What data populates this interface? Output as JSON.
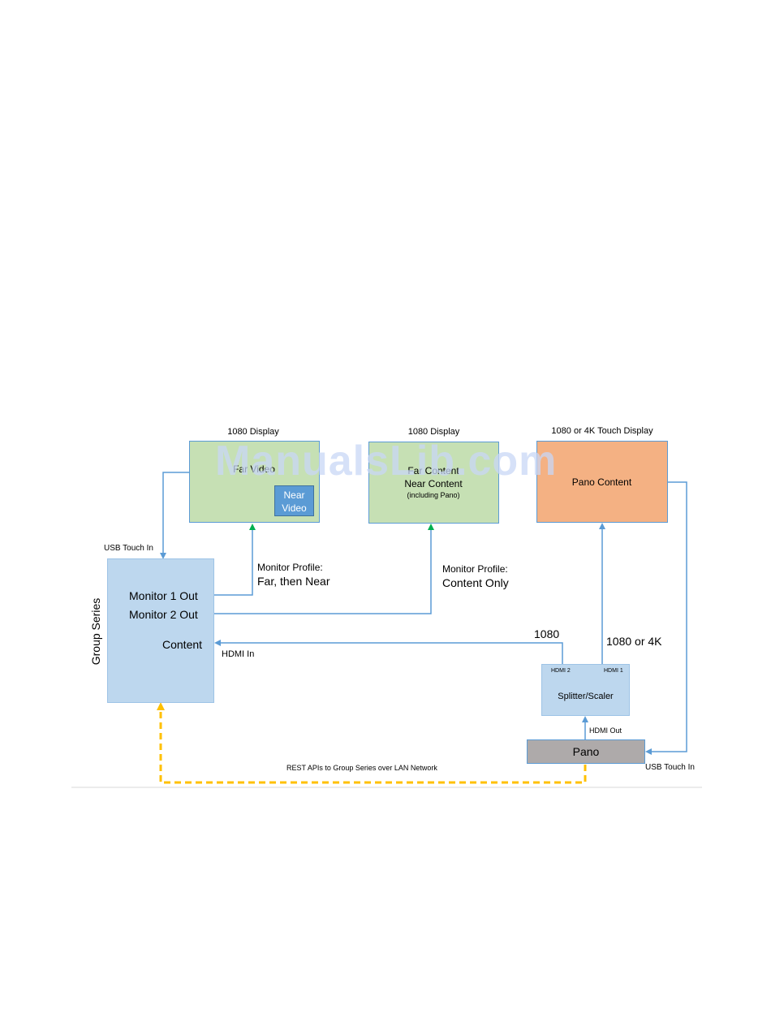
{
  "watermark": "ManualsLib.com",
  "displays": {
    "d1": {
      "heading": "1080 Display",
      "line1": "Far Video",
      "inset": {
        "line1": "Near",
        "line2": "Video"
      }
    },
    "d2": {
      "heading": "1080 Display",
      "line1": "Far Content",
      "line2": "Near Content",
      "line3": "(including Pano)"
    },
    "d3": {
      "heading": "1080 or 4K Touch Display",
      "label": "Pano Content"
    }
  },
  "group_series": {
    "vertical_label": "Group  Series",
    "monitor1": "Monitor 1 Out",
    "monitor2": "Monitor 2 Out",
    "content": "Content"
  },
  "splitter": {
    "hdmi2": "HDMI 2",
    "hdmi1": "HDMI 1",
    "label": "Splitter/Scaler"
  },
  "pano": {
    "label": "Pano"
  },
  "labels": {
    "usb_touch_in_left": "USB Touch In",
    "monitor_profile_1_heading": "Monitor Profile:",
    "monitor_profile_1_value": "Far, then Near",
    "monitor_profile_2_heading": "Monitor Profile:",
    "monitor_profile_2_value": "Content Only",
    "res_1080": "1080",
    "res_1080_4k": "1080 or 4K",
    "hdmi_in": "HDMI In",
    "hdmi_out": "HDMI Out",
    "usb_touch_in_right": "USB Touch In",
    "rest_apis": "REST APIs to Group Series over LAN Network"
  },
  "colors": {
    "green_box": "#c6e0b4",
    "blue_box": "#bdd7ee",
    "orange_box": "#f4b183",
    "inset_blue": "#5b9bd5",
    "pano_gray": "#aeaaaa",
    "line_blue": "#5b9bd5",
    "line_green": "#00b050",
    "dashed_yellow": "#ffc000"
  }
}
